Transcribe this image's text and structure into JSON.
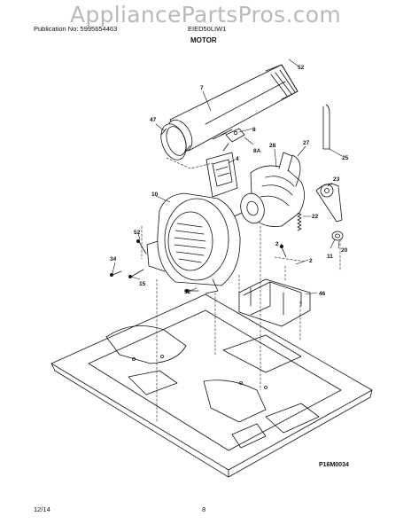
{
  "watermark": "AppliancePartsPros.com",
  "header": {
    "publication": "Publication No: 5995654463",
    "model": "EIED50LIW1",
    "section_title": "MOTOR"
  },
  "footer": {
    "date": "12/14",
    "page": "8"
  },
  "figure_code": "P16M0034",
  "callouts": {
    "c52a": "52",
    "c7": "7",
    "c47": "47",
    "c8": "8",
    "c8a": "8A",
    "c4": "4",
    "c28": "28",
    "c27": "27",
    "c25": "25",
    "c23": "23",
    "c10": "10",
    "c22": "22",
    "c52b": "52",
    "c2a": "2",
    "c20": "20",
    "c11": "11",
    "c2b": "2",
    "c34": "34",
    "c15": "15",
    "c52c": "52",
    "c46": "46"
  }
}
